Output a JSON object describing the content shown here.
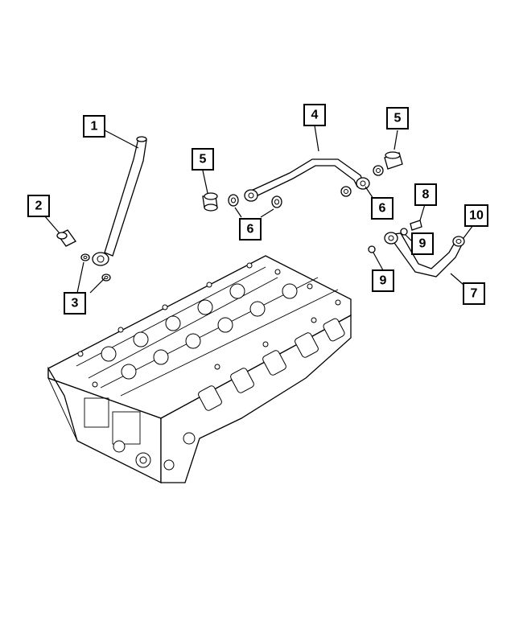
{
  "callouts": [
    {
      "label": "1"
    },
    {
      "label": "2"
    },
    {
      "label": "3"
    },
    {
      "label": "4"
    },
    {
      "label": "5"
    },
    {
      "label": "5"
    },
    {
      "label": "6"
    },
    {
      "label": "6"
    },
    {
      "label": "7"
    },
    {
      "label": "8"
    },
    {
      "label": "9"
    },
    {
      "label": "9"
    },
    {
      "label": "10"
    }
  ]
}
